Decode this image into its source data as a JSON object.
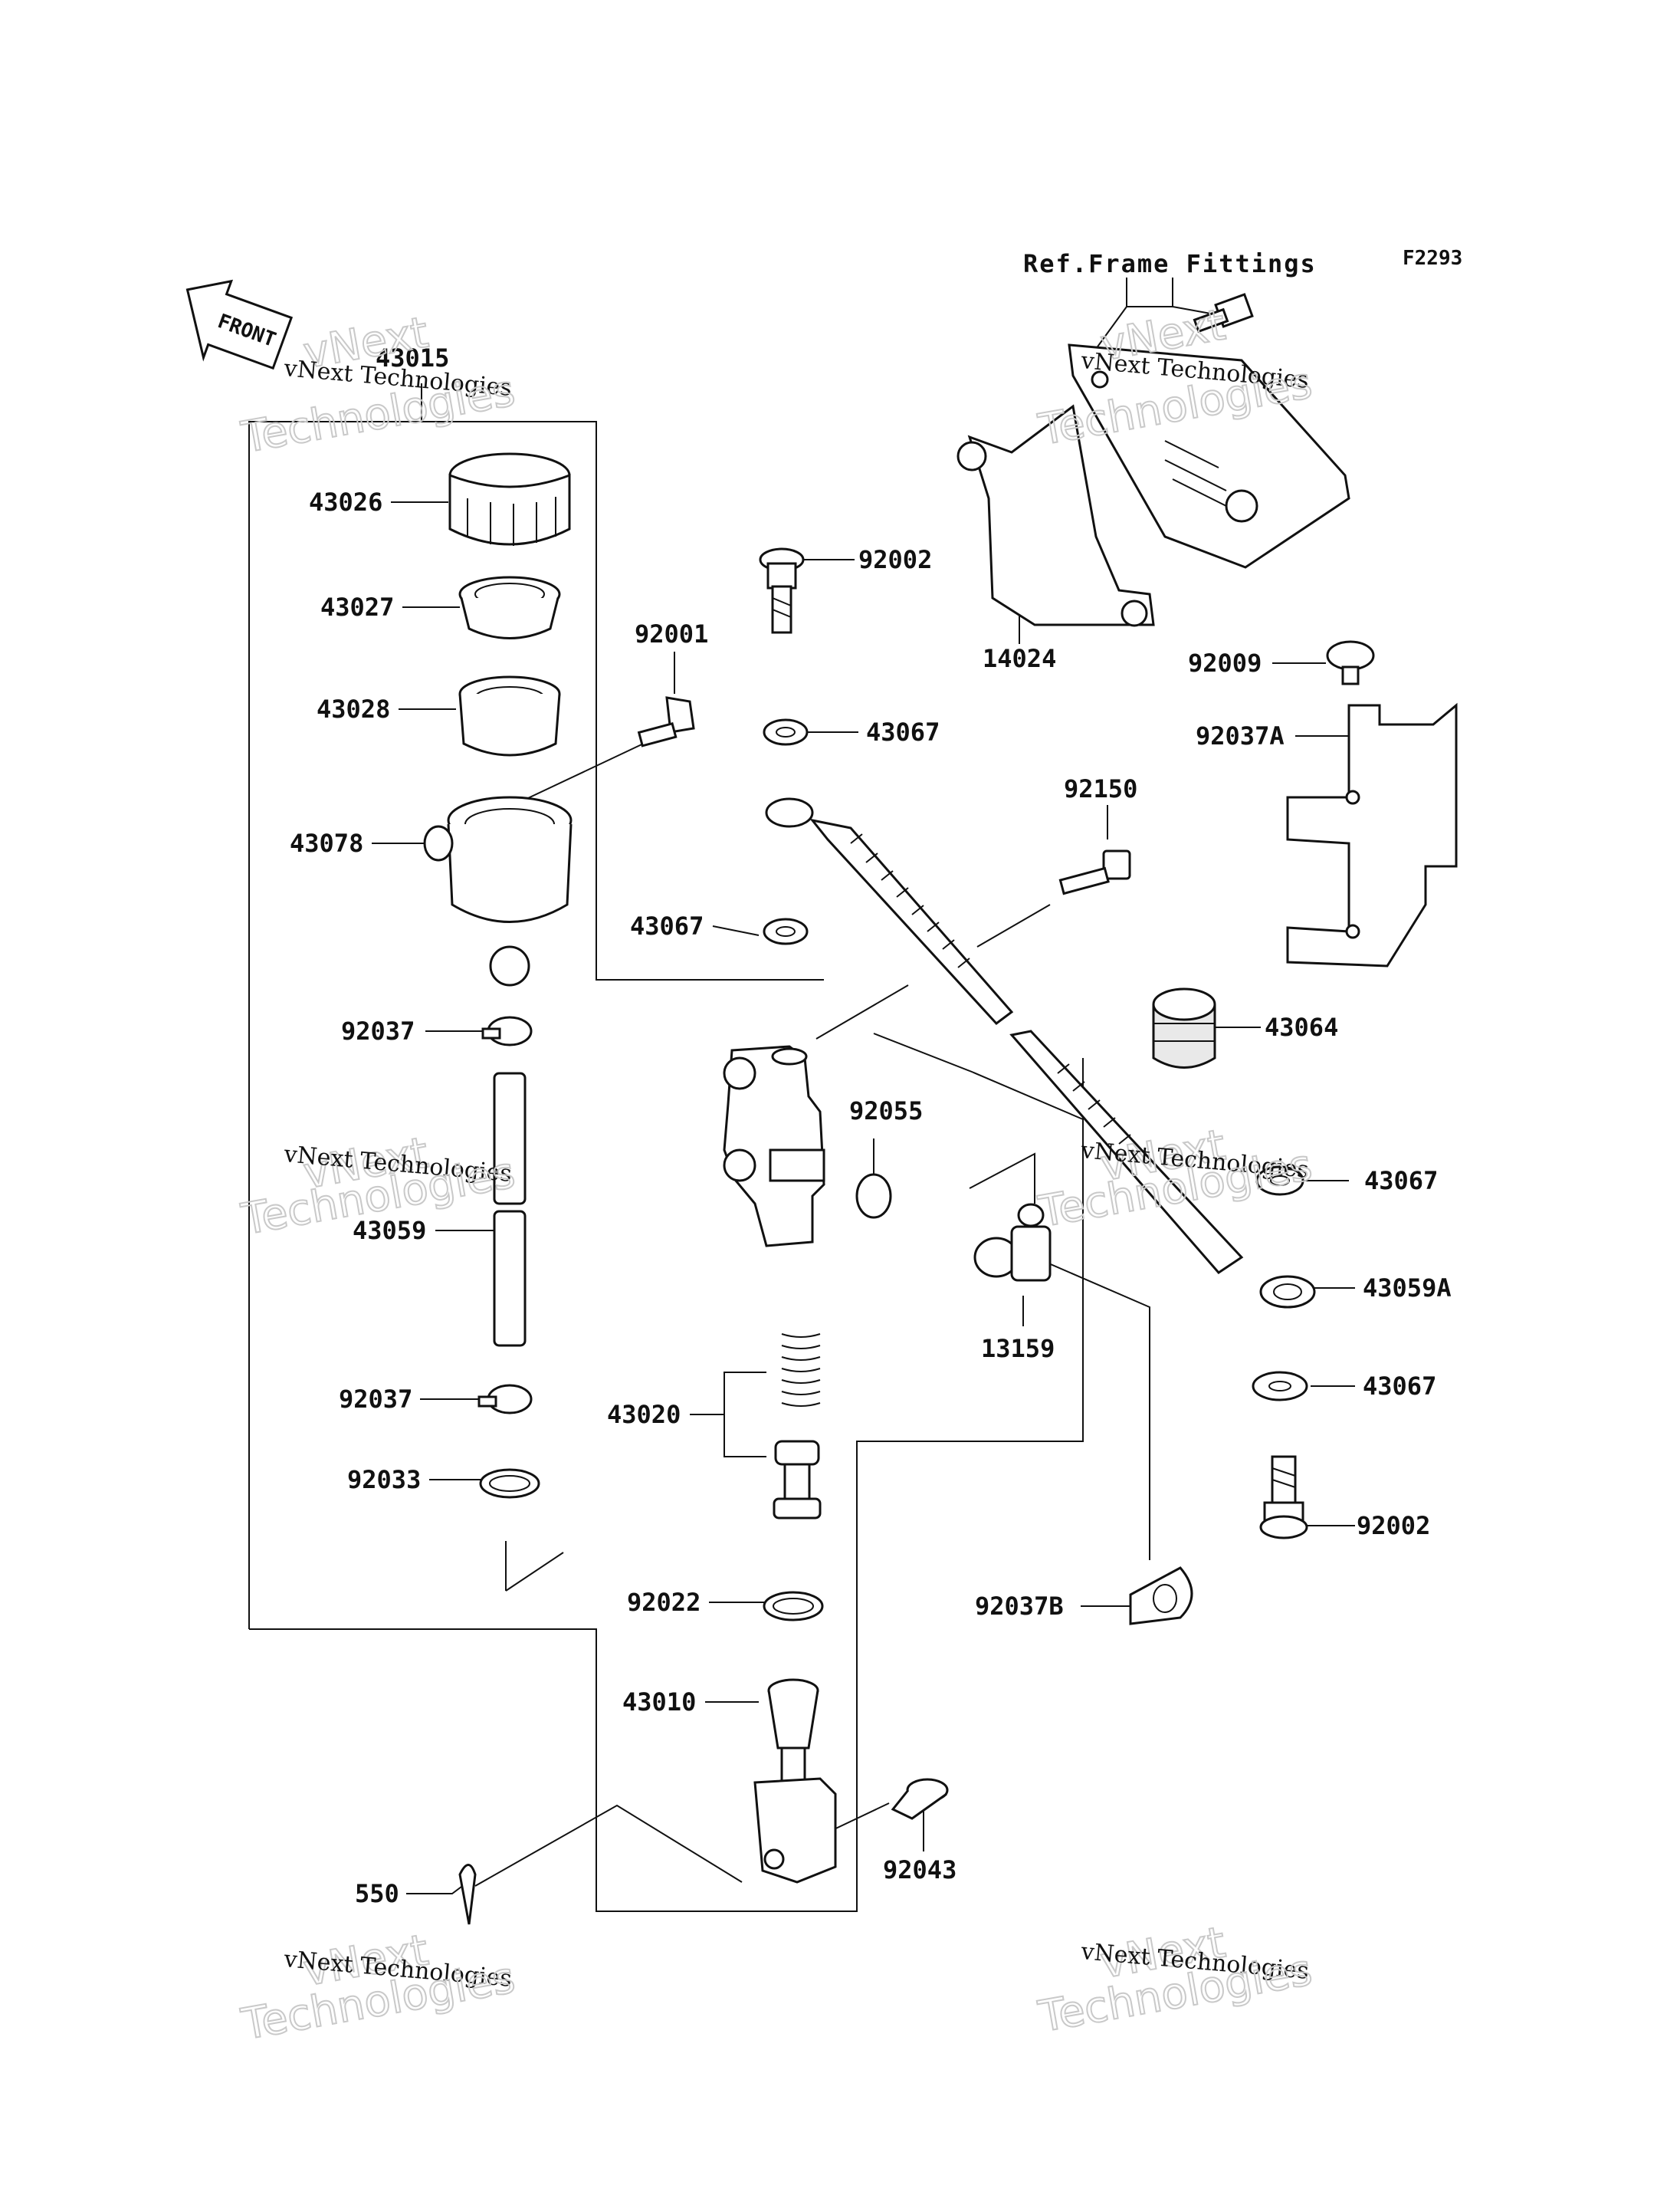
{
  "diagram_id": "F2293",
  "front_label": "FRONT",
  "ref_label": "Ref.Frame Fittings",
  "watermark": {
    "line1": "vNext Technologies",
    "line2": "Technologies",
    "line3": "vNext"
  },
  "parts": {
    "p43015": "43015",
    "p43026": "43026",
    "p43027": "43027",
    "p43028": "43028",
    "p43078": "43078",
    "p92037a1": "92037",
    "p43059": "43059",
    "p92037a2": "92037",
    "p92033": "92033",
    "p92001": "92001",
    "p92002a": "92002",
    "p43067a": "43067",
    "p43067b": "43067",
    "p92055": "92055",
    "p43020": "43020",
    "p92022": "92022",
    "p43010": "43010",
    "p550": "550",
    "p92043": "92043",
    "p14024": "14024",
    "p92009": "92009",
    "p92037A": "92037A",
    "p92150": "92150",
    "p43064": "43064",
    "p43067c": "43067",
    "p43059A": "43059A",
    "p13159": "13159",
    "p43067d": "43067",
    "p92002b": "92002",
    "p92037B": "92037B"
  }
}
